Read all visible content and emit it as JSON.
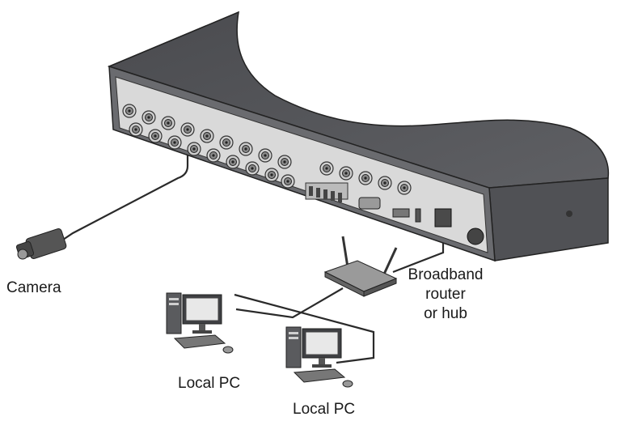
{
  "labels": {
    "camera": "Camera",
    "router_line1": "Broadband",
    "router_line2": "router",
    "router_line3": "or hub",
    "local_pc_1": "Local PC",
    "local_pc_2": "Local PC"
  },
  "icons": [
    "dvr-recorder",
    "camera-icon",
    "router-icon",
    "desktop-pc-icon"
  ],
  "colors": {
    "device_body": "#55565a",
    "panel": "#d9d9d9",
    "line": "#2a2a2a",
    "background": "#ffffff"
  }
}
